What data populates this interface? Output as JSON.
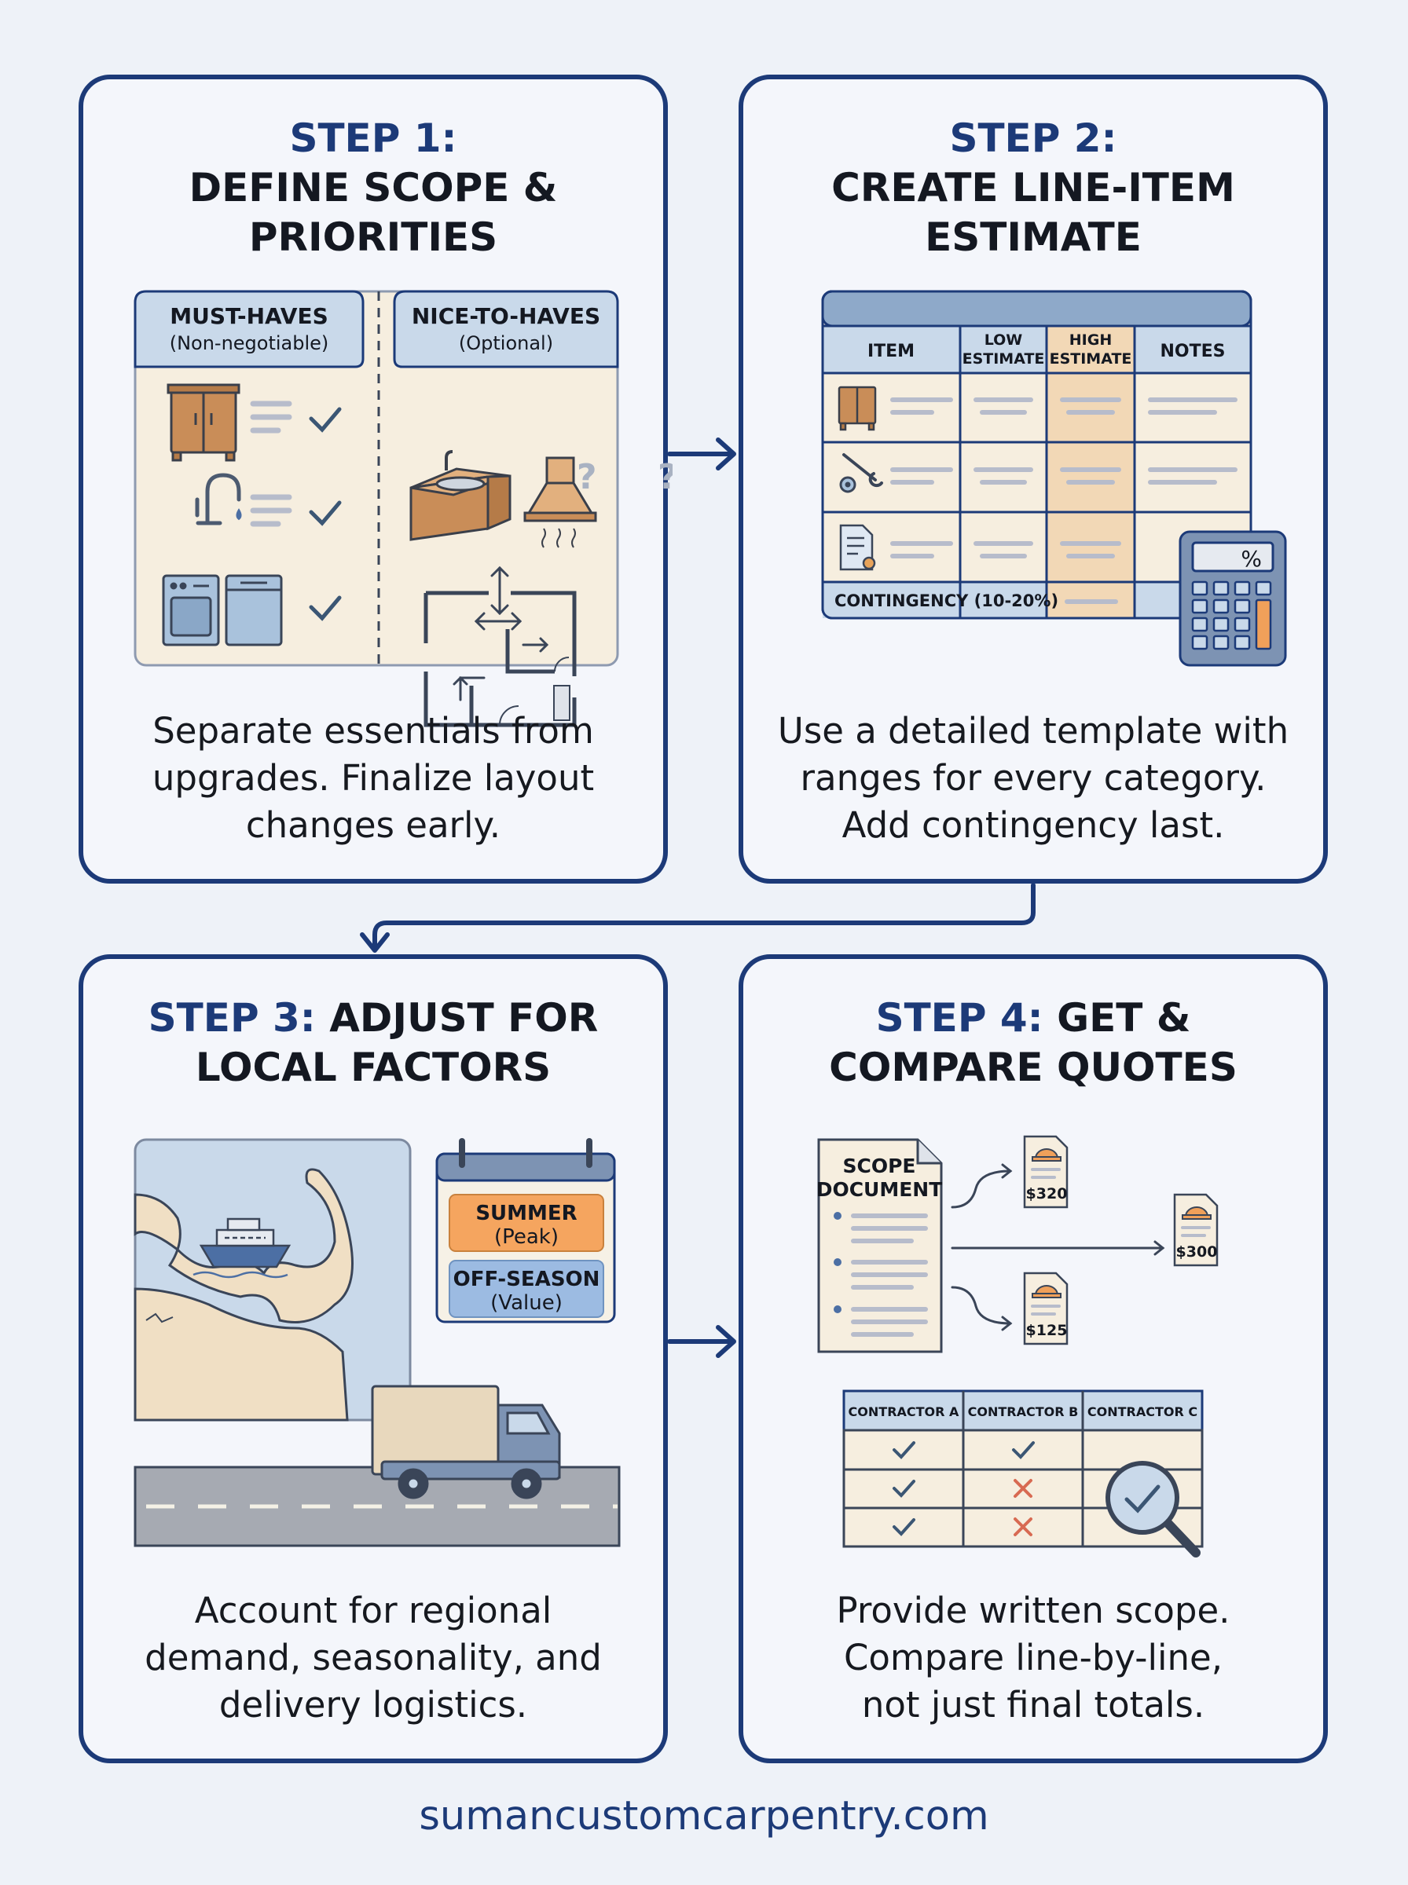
{
  "colors": {
    "navy": "#1c3a78",
    "card_bg": "#f4f6fb",
    "page_bg": "#eef2f8",
    "panel_blue": "#c9d9ea",
    "cream": "#f6eedf",
    "wood": "#c98d58",
    "summer": "#f5a55f",
    "offseason": "#9cbbe2",
    "check": "#3b5674",
    "cross": "#d86a52"
  },
  "step1": {
    "label": "STEP 1:",
    "title_line1": "DEFINE SCOPE &",
    "title_line2": "PRIORITIES",
    "must_haves": {
      "title": "MUST-HAVES",
      "sub": "(Non-negotiable)"
    },
    "nice_to_haves": {
      "title": "NICE-TO-HAVES",
      "sub": "(Optional)"
    },
    "question_mark": "?",
    "icons": [
      "cabinet-icon",
      "faucet-icon",
      "appliances-icon",
      "sink-icon",
      "range-hood-icon",
      "floor-plan-icon",
      "check-icon"
    ],
    "desc": [
      "Separate essentials from",
      "upgrades. Finalize layout",
      "changes early."
    ]
  },
  "step2": {
    "label": "STEP 2:",
    "title_line1": "CREATE LINE-ITEM",
    "title_line2": "ESTIMATE",
    "table": {
      "col_item": "ITEM",
      "col_low": [
        "LOW",
        "ESTIMATE"
      ],
      "col_high": [
        "HIGH",
        "ESTIMATE"
      ],
      "col_notes": "NOTES",
      "contingency": "CONTINGENCY (10-20%)"
    },
    "calculator_display": "%",
    "icons": [
      "cabinet-icon",
      "tools-icon",
      "document-icon",
      "calculator-icon"
    ],
    "desc": [
      "Use a detailed template with",
      "ranges for every category.",
      "Add contingency last."
    ]
  },
  "step3": {
    "label": "STEP 3:",
    "title_rest": "ADJUST FOR",
    "title_line2": "LOCAL FACTORS",
    "calendar": {
      "summer": [
        "SUMMER",
        "(Peak)"
      ],
      "offseason": [
        "OFF-SEASON",
        "(Value)"
      ]
    },
    "icons": [
      "map-icon",
      "ferry-icon",
      "calendar-icon",
      "truck-icon"
    ],
    "desc": [
      "Account for regional",
      "demand, seasonality, and",
      "delivery logistics."
    ]
  },
  "step4": {
    "label": "STEP 4:",
    "title_rest": "GET &",
    "title_line2": "COMPARE QUOTES",
    "scope_doc": [
      "SCOPE",
      "DOCUMENT"
    ],
    "quotes": [
      "$320",
      "$300",
      "$125"
    ],
    "contractors": [
      "CONTRACTOR A",
      "CONTRACTOR B",
      "CONTRACTOR C"
    ],
    "marks": [
      [
        "check",
        "check"
      ],
      [
        "check",
        "cross"
      ],
      [
        "check",
        "cross"
      ]
    ],
    "icons": [
      "document-icon",
      "hard-hat-icon",
      "magnifier-icon"
    ],
    "desc": [
      "Provide written scope.",
      "Compare line-by-line,",
      "not just final totals."
    ]
  },
  "footer": "sumancustomcarpentry.com"
}
